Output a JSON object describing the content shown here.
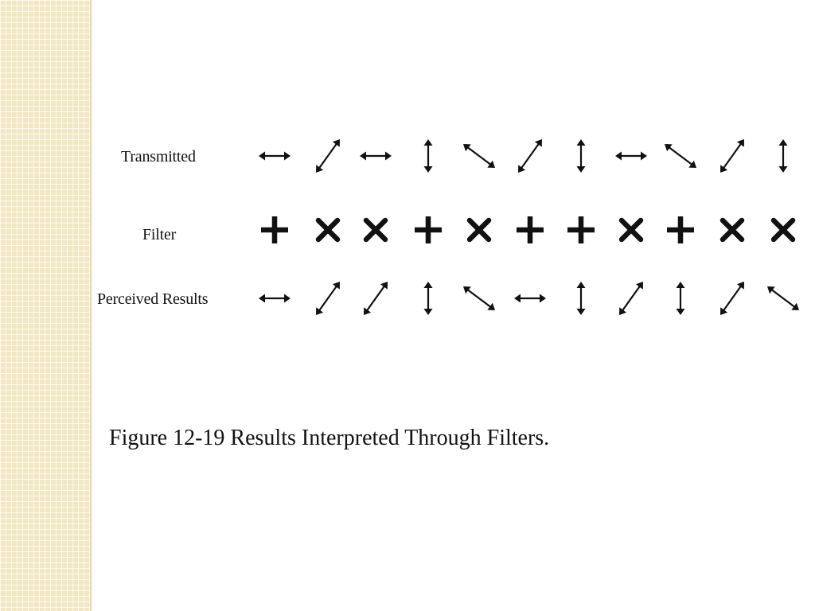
{
  "diagram": {
    "row_labels": {
      "transmitted": "Transmitted",
      "filter": "Filter",
      "perceived": "Perceived Results"
    },
    "transmitted": [
      "horizontal",
      "diagonal-up",
      "horizontal",
      "vertical",
      "diagonal-down",
      "diagonal-up",
      "vertical",
      "horizontal",
      "diagonal-down",
      "diagonal-up",
      "vertical"
    ],
    "filters": [
      "plus",
      "x",
      "x",
      "plus",
      "x",
      "plus",
      "plus",
      "x",
      "plus",
      "x",
      "x"
    ],
    "perceived": [
      "horizontal",
      "diagonal-up",
      "diagonal-up",
      "vertical",
      "diagonal-down",
      "horizontal",
      "vertical",
      "diagonal-up",
      "vertical",
      "diagonal-up",
      "diagonal-down"
    ]
  },
  "caption": "Figure 12-19  Results Interpreted Through Filters.",
  "colors": {
    "ink": "#111111",
    "strip": "#f3e7c3"
  }
}
